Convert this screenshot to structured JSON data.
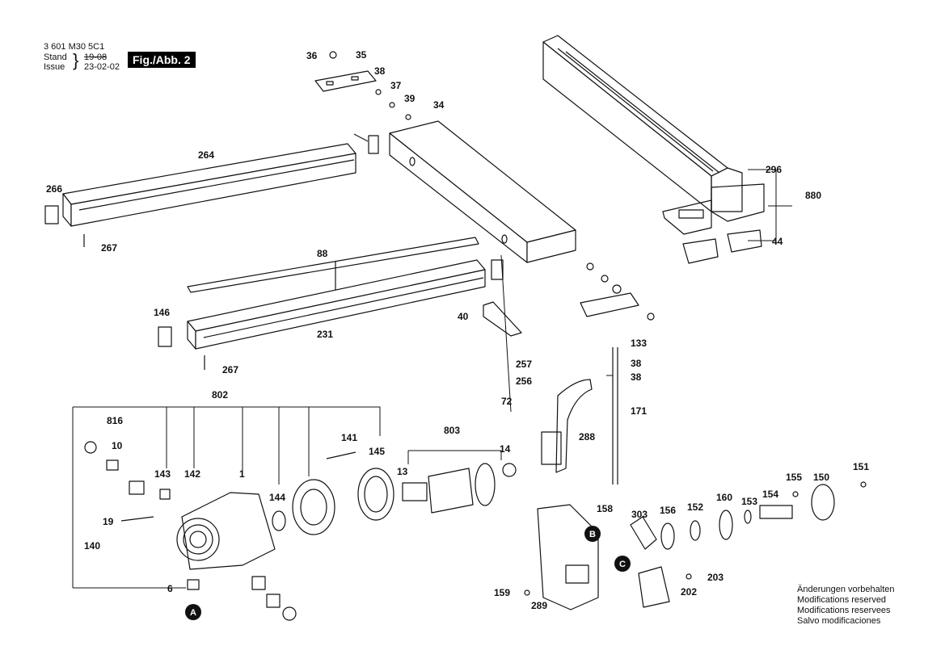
{
  "header": {
    "part_number": "3 601 M30 5C1",
    "stand_label": "Stand",
    "issue_label": "Issue",
    "stand_date_struck": "19-08",
    "issue_date": "23-02-02",
    "figure_label": "Fig./Abb. 2"
  },
  "notes": [
    "Änderungen vorbehalten",
    "Modifications reserved",
    "Modifications reservees",
    "Salvo modificaciones"
  ],
  "callouts": {
    "p36": "36",
    "p35": "35",
    "p38a": "38",
    "p37": "37",
    "p39": "39",
    "p34": "34",
    "p264": "264",
    "p266": "266",
    "p267a": "267",
    "p88": "88",
    "p146": "146",
    "p231": "231",
    "p267b": "267",
    "p40": "40",
    "p296": "296",
    "p880": "880",
    "p44": "44",
    "p133": "133",
    "p38b": "38",
    "p38c": "38",
    "p257": "257",
    "p256": "256",
    "p72": "72",
    "p171": "171",
    "p288": "288",
    "p802": "802",
    "p816": "816",
    "p10": "10",
    "p143": "143",
    "p142": "142",
    "p1": "1",
    "p141": "141",
    "p145": "145",
    "p803": "803",
    "p14": "14",
    "p13": "13",
    "p144": "144",
    "p19": "19",
    "p140": "140",
    "p6": "6",
    "p158": "158",
    "p303": "303",
    "p156": "156",
    "p152": "152",
    "p160": "160",
    "p153": "153",
    "p154": "154",
    "p155": "155",
    "p150": "150",
    "p151": "151",
    "p203": "203",
    "p202": "202",
    "p159": "159",
    "p289": "289"
  },
  "markers": {
    "A": "A",
    "B": "B",
    "C": "C"
  }
}
